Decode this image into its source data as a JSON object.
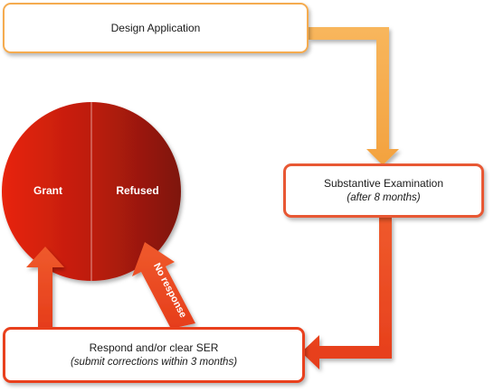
{
  "flow": {
    "design_application": "Design Application",
    "substantive_examination": {
      "title": "Substantive Examination",
      "note": "(after 8 months)"
    },
    "respond": {
      "title": "Respond and/or clear SER",
      "note": "(submit corrections within 3 months)"
    },
    "outcomes": {
      "grant": "Grant",
      "refused": "Refused"
    },
    "no_response": "No response"
  },
  "colors": {
    "design_border": "#f5ab4f",
    "exam_border": "#e85834",
    "respond_border": "#e9401d",
    "arrow_orange": "#f5ab4f",
    "arrow_red": "#e94a25",
    "circle_left": "#e0210f",
    "circle_right": "#8a180c"
  }
}
